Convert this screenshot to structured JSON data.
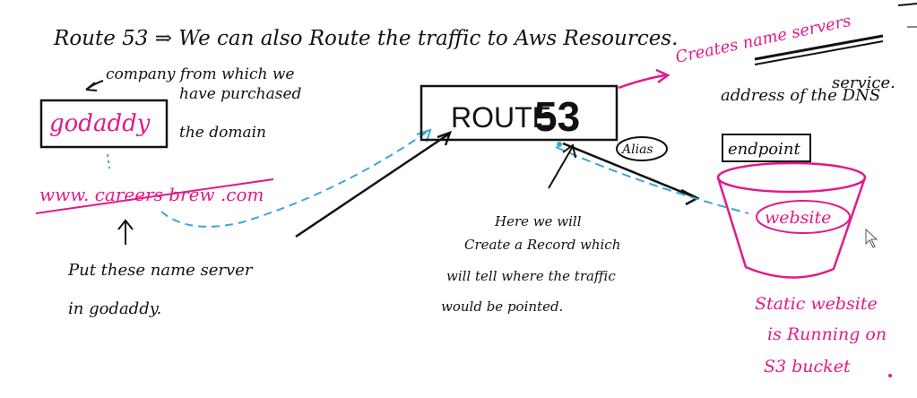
{
  "heading": "Route 53 ⇒ We can also Route the traffic to Aws Resources.",
  "registrar": {
    "note_line1": "company from which we",
    "note_line2": "have purchased",
    "note_line3": "the domain",
    "name": "godaddy",
    "domain": "www. careers brew .com"
  },
  "put_note": {
    "line1": "Put these name server",
    "line2": "in godaddy."
  },
  "route53": {
    "label_word": "ROUTE",
    "label_num": "53",
    "alias": "Alias",
    "name_servers": "Creates name servers",
    "address_line1": "address of the DNS",
    "address_line2": "service.",
    "record_line1": "Here we will",
    "record_line2": "Create a Record which",
    "record_line3": "will tell where the traffic",
    "record_line4": "would be pointed."
  },
  "bucket": {
    "endpoint": "endpoint",
    "website": "website",
    "note_line1": "Static website",
    "note_line2": "is Running on",
    "note_line3": "S3 bucket"
  },
  "colors": {
    "ink": "#111111",
    "pink": "#e3198b",
    "blue": "#3aa6d8"
  }
}
